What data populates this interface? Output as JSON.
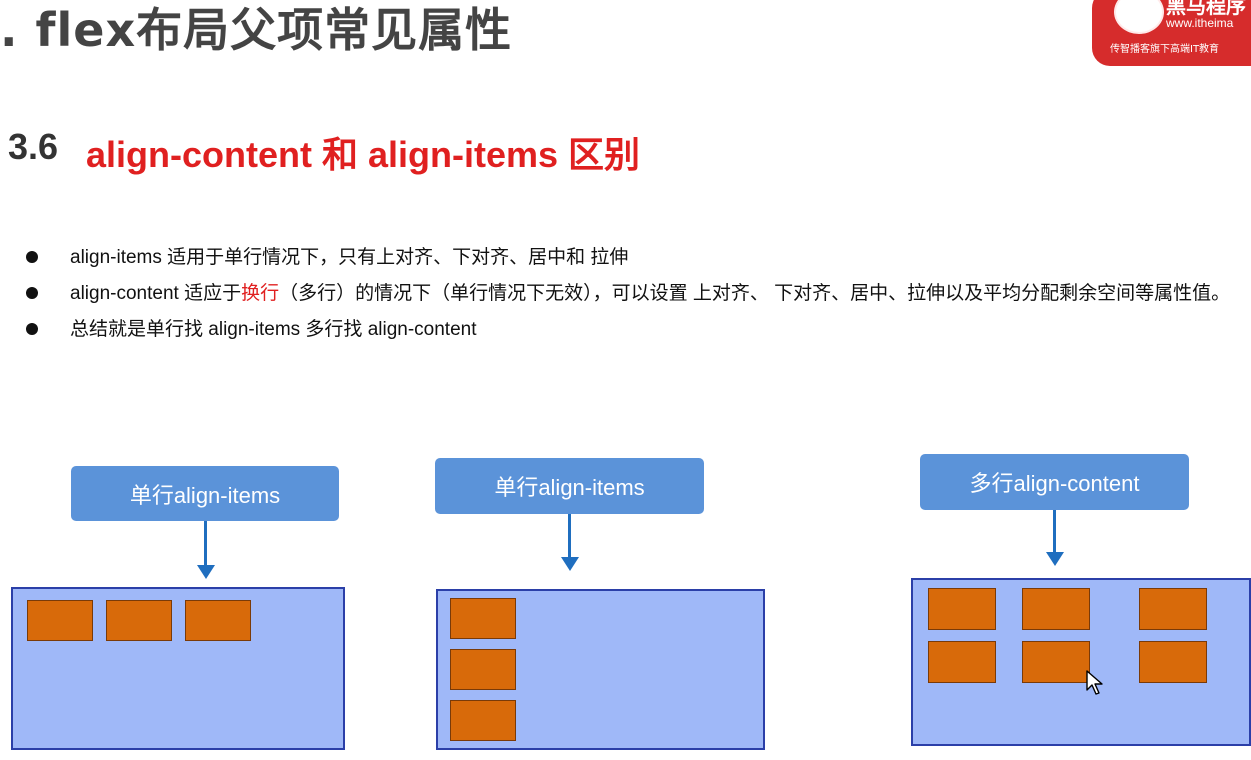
{
  "header": {
    "title": ". flex布局父项常见属性",
    "logo": {
      "brand": "黑马程序",
      "url": "www.itheima",
      "tagline": "传智播客旗下高端IT教育"
    }
  },
  "section": {
    "number": "3.6",
    "title": "align-content 和 align-items 区别"
  },
  "bullets": [
    {
      "before": "align-items  适用于单行情况下，只有上对齐、下对齐、居中和 拉伸",
      "highlight": "",
      "after": ""
    },
    {
      "before": "align-content 适应于",
      "highlight": "换行",
      "after": "（多行）的情况下（单行情况下无效），可以设置 上对齐、 下对齐、居中、拉伸以及平均分配剩余空间等属性值。"
    },
    {
      "before": "总结就是单行找 align-items  多行找 align-content",
      "highlight": "",
      "after": ""
    }
  ],
  "diagrams": [
    {
      "label": "单行align-items"
    },
    {
      "label": "单行align-items"
    },
    {
      "label": "多行align-content"
    }
  ],
  "colors": {
    "title_red": "#e02020",
    "label_blue": "#5b93d9",
    "arrow_blue": "#1f6ebf",
    "container_fill": "#9fb8f8",
    "container_border": "#2b3fa8",
    "item_orange": "#d86a0a"
  }
}
